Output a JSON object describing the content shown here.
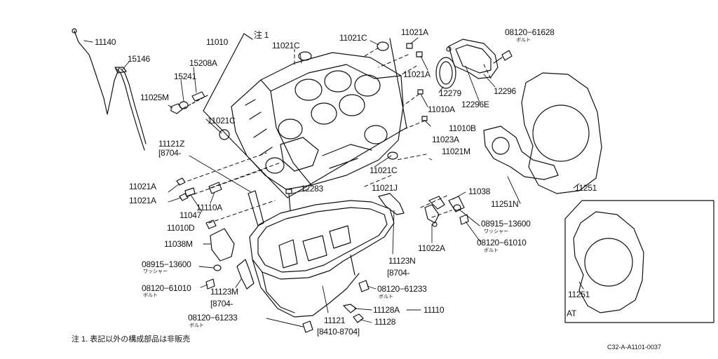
{
  "labels": {
    "p11140": "11140",
    "p15146": "15146",
    "p15208A": "15208A",
    "p15241": "15241",
    "p11025M": "11025M",
    "p11010": "11010",
    "note1": "注 1",
    "p11021C_a": "11021C",
    "p11021C_b": "11021C",
    "p11021C_c": "11021C",
    "p11021C_d": "11021C",
    "p11021A_a": "11021A",
    "p11021A_b": "11021A",
    "p11021A_c": "11021A",
    "p11021A_d": "11021A",
    "p08120_61628": "08120−61628",
    "bolt_a": "ボルト",
    "p12279": "12279",
    "p12296": "12296",
    "p12296E": "12296E",
    "p11010A": "11010A",
    "p11010B": "11010B",
    "p11023A": "11023A",
    "p11021M": "11021M",
    "p11121Z": "11121Z",
    "range_8704_a": "[8704-",
    "p12283": "12283",
    "p11021J": "11021J",
    "p11038": "11038",
    "p11251N": "11251N",
    "p11251_a": "11251",
    "p11047": "11047",
    "p11110A": "11110A",
    "p11010D": "11010D",
    "p11038M": "11038M",
    "p08915_13600_a": "08915−13600",
    "washer_a": "ワッシャー",
    "p08120_61010_a": "08120−61010",
    "bolt_b": "ボルト",
    "p11123M": "11123M",
    "range_8704_b": "[8704-",
    "p08120_61233_a": "08120−61233",
    "bolt_c": "ボルト",
    "p11022A": "11022A",
    "p08915_13600_b": "08915−13600",
    "washer_b": "ワッシャー",
    "p08120_61010_b": "08120−61010",
    "bolt_d": "ボルト",
    "p11123N": "11123N",
    "range_8704_c": "[8704-",
    "p08120_61233_b": "08120−61233",
    "bolt_e": "ボルト",
    "p11128A": "11128A",
    "p11110": "11110",
    "p11128": "11128",
    "p11121": "11121",
    "range_8410_8704": "[8410-8704]",
    "p11251_b": "11251",
    "at": "AT",
    "footnote": "注 1. 表記以外の構成部品は非販売",
    "diagram_code": "C32-A-A1101-0037"
  }
}
